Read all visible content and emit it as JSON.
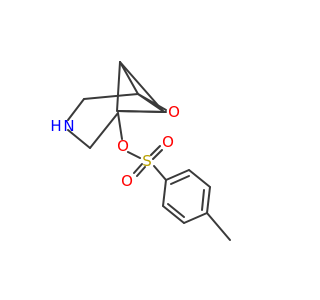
{
  "molecule": {
    "atoms": {
      "N": {
        "label": "N",
        "color": "#0000ff"
      },
      "H": {
        "label": "H",
        "color": "#0000ff"
      },
      "O_ring": {
        "label": "O",
        "color": "#ff0000"
      },
      "O_ester": {
        "label": "O",
        "color": "#ff0000"
      },
      "S": {
        "label": "S",
        "color": "#b8a000"
      },
      "O_s1": {
        "label": "O",
        "color": "#ff0000"
      },
      "O_s2": {
        "label": "O",
        "color": "#ff0000"
      }
    },
    "bond_color": "#3a3a3a"
  }
}
